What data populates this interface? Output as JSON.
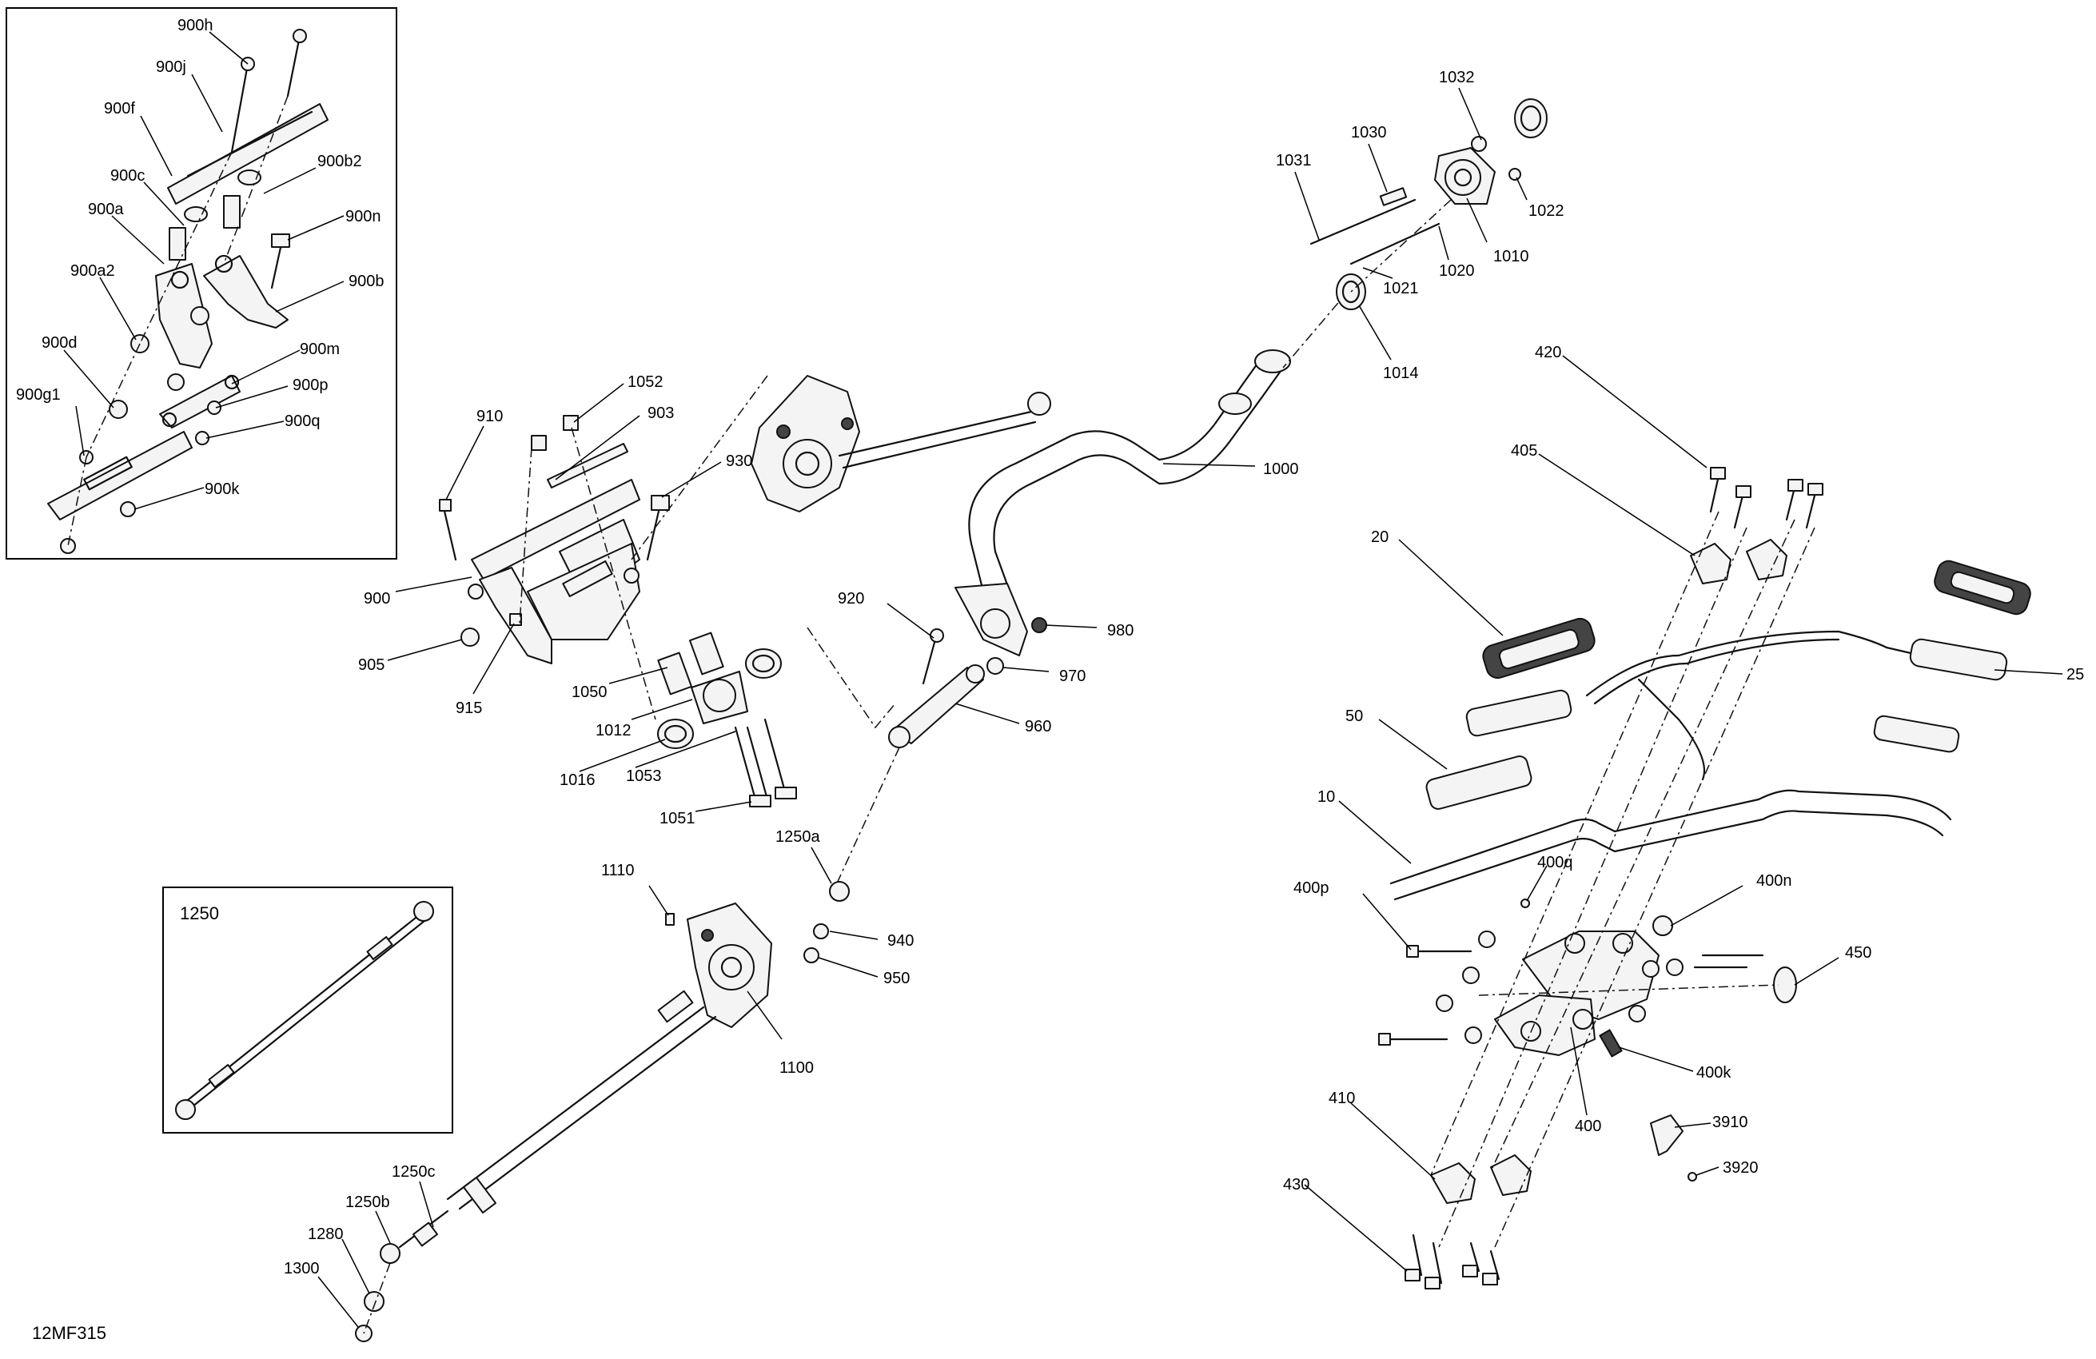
{
  "figure_code": "12MF315",
  "insets": [
    {
      "id": "inset-900",
      "title": ""
    },
    {
      "id": "inset-1250",
      "title": "1250"
    }
  ],
  "callouts": [
    {
      "text": "900h"
    },
    {
      "text": "900j"
    },
    {
      "text": "900f"
    },
    {
      "text": "900c"
    },
    {
      "text": "900b2"
    },
    {
      "text": "900a"
    },
    {
      "text": "900n"
    },
    {
      "text": "900a2"
    },
    {
      "text": "900b"
    },
    {
      "text": "900d"
    },
    {
      "text": "900m"
    },
    {
      "text": "900g1"
    },
    {
      "text": "900p"
    },
    {
      "text": "900q"
    },
    {
      "text": "900k"
    },
    {
      "text": "910"
    },
    {
      "text": "1052"
    },
    {
      "text": "903"
    },
    {
      "text": "930"
    },
    {
      "text": "900"
    },
    {
      "text": "905"
    },
    {
      "text": "915"
    },
    {
      "text": "1050"
    },
    {
      "text": "1012"
    },
    {
      "text": "1016"
    },
    {
      "text": "1053"
    },
    {
      "text": "1051"
    },
    {
      "text": "920"
    },
    {
      "text": "980"
    },
    {
      "text": "970"
    },
    {
      "text": "960"
    },
    {
      "text": "1000"
    },
    {
      "text": "1032"
    },
    {
      "text": "1030"
    },
    {
      "text": "1031"
    },
    {
      "text": "1022"
    },
    {
      "text": "1010"
    },
    {
      "text": "1020"
    },
    {
      "text": "1021"
    },
    {
      "text": "1014"
    },
    {
      "text": "1250a"
    },
    {
      "text": "1110"
    },
    {
      "text": "940"
    },
    {
      "text": "950"
    },
    {
      "text": "1100"
    },
    {
      "text": "1250c"
    },
    {
      "text": "1250b"
    },
    {
      "text": "1280"
    },
    {
      "text": "1300"
    },
    {
      "text": "420"
    },
    {
      "text": "405"
    },
    {
      "text": "20"
    },
    {
      "text": "25"
    },
    {
      "text": "50"
    },
    {
      "text": "10"
    },
    {
      "text": "400q"
    },
    {
      "text": "400p"
    },
    {
      "text": "400n"
    },
    {
      "text": "450"
    },
    {
      "text": "400k"
    },
    {
      "text": "400"
    },
    {
      "text": "3910"
    },
    {
      "text": "3920"
    },
    {
      "text": "410"
    },
    {
      "text": "430"
    }
  ]
}
